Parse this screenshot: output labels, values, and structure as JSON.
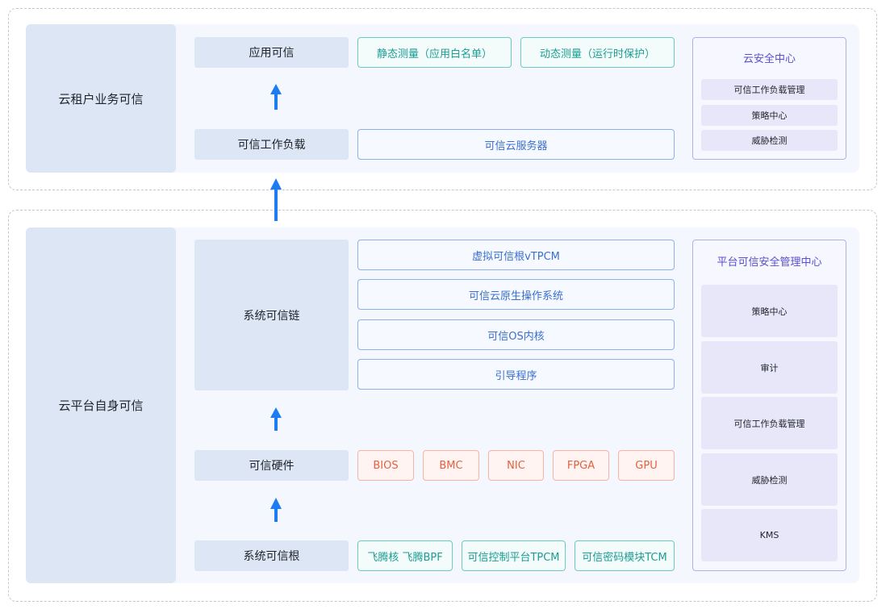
{
  "colors": {
    "arrow": "#1e7cf2",
    "blue_box": "#3a6fd0",
    "teal_box": "#1a9e93",
    "red_box": "#e5603f",
    "panel_title": "#5a4fd0"
  },
  "tenant": {
    "label": "云租户业务可信",
    "layers": {
      "app": "应用可信",
      "workload": "可信工作负载"
    },
    "app_boxes": [
      "静态测量（应用白名单）",
      "动态测量（运行时保护）"
    ],
    "workload_box": "可信云服务器",
    "panel": {
      "title": "云安全中心",
      "items": [
        "可信工作负载管理",
        "策略中心",
        "威胁检测"
      ]
    }
  },
  "platform": {
    "label": "云平台自身可信",
    "layers": {
      "chain": "系统可信链",
      "hardware": "可信硬件",
      "root": "系统可信根"
    },
    "chain_boxes": [
      "虚拟可信根vTPCM",
      "可信云原生操作系统",
      "可信OS内核",
      "引导程序"
    ],
    "hardware_boxes": [
      "BIOS",
      "BMC",
      "NIC",
      "FPGA",
      "GPU"
    ],
    "root_boxes": [
      "飞腾核 飞腾BPF",
      "可信控制平台TPCM",
      "可信密码模块TCM"
    ],
    "panel": {
      "title": "平台可信安全管理中心",
      "items": [
        "策略中心",
        "审计",
        "可信工作负载管理",
        "威胁检测",
        "KMS"
      ]
    }
  }
}
